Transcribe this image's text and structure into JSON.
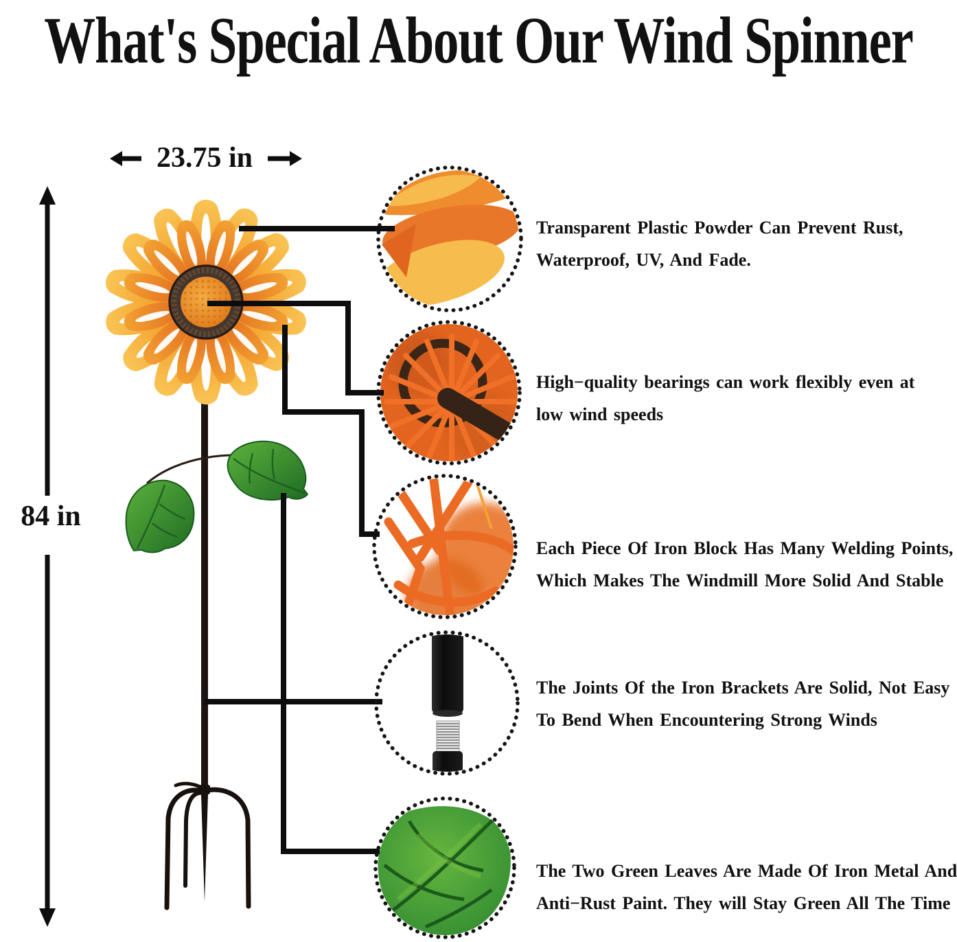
{
  "title": "What's Special About Our Wind Spinner",
  "dimensions": {
    "width_label": "23.75 in",
    "height_label": "84 in"
  },
  "callouts": [
    {
      "lines": [
        "Transparent Plastic Powder Can Prevent Rust,",
        "Waterproof, UV, And Fade."
      ]
    },
    {
      "lines": [
        "High−quality bearings can work flexibly even at",
        "low wind speeds"
      ]
    },
    {
      "lines": [
        "Each Piece Of Iron Block Has Many Welding Points,",
        "Which Makes The Windmill More Solid And Stable"
      ]
    },
    {
      "lines": [
        "The Joints Of the Iron Brackets Are Solid, Not Easy",
        "To Bend When Encountering Strong Winds"
      ]
    },
    {
      "lines": [
        "The Two Green Leaves Are Made Of Iron Metal And",
        "Anti−Rust Paint. They will Stay Green All The Time"
      ]
    }
  ],
  "colors": {
    "text_black": "#111111",
    "line_black": "#0d0d0d",
    "petal_yellow": "#f6b233",
    "petal_orange": "#e8802a",
    "flower_center_brown": "#46352a",
    "leaf_green": "#3f9c3a",
    "stake_black": "#17110d",
    "bearing_orange": "#e2641f"
  }
}
